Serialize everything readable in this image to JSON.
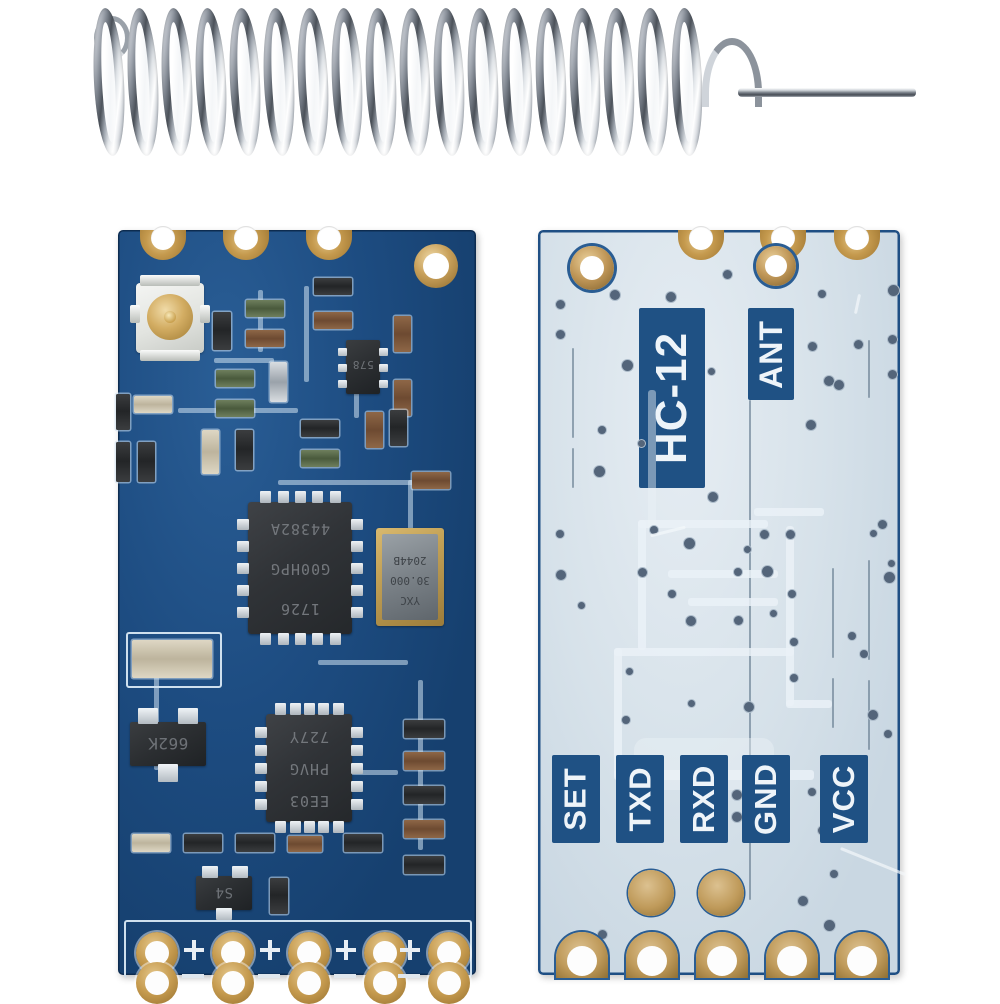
{
  "scene": {
    "title": "HC-12 wireless serial module product photo",
    "background_color": "#ffffff",
    "items": [
      {
        "name": "spring-antenna",
        "material": "nickel-plated steel spring with straight tail"
      },
      {
        "name": "pcb-front",
        "description": "HC-12 module component side, dark blue solder mask"
      },
      {
        "name": "pcb-back",
        "description": "HC-12 module solder side, light blue-white mask with silkscreen labels"
      }
    ]
  },
  "antenna": {
    "label": "spring-antenna",
    "coil_count": 18,
    "has_end_hook": true,
    "has_straight_tail": true,
    "colors": {
      "highlight": "#ffffff",
      "midtone": "#9ba2ab",
      "shadow": "#454b53"
    }
  },
  "pcb_front": {
    "label": "HC-12 front side",
    "solder_mask_color": "#16406f",
    "pad_color": "#c09347",
    "top_castellations": 3,
    "mounting_holes": 1,
    "bottom_pads": 5,
    "bottom_silk_marks": [
      "+",
      "+",
      "+",
      "+"
    ],
    "connectors": [
      {
        "name": "ufl-connector",
        "type": "IPEX/U.FL RF coaxial socket"
      }
    ],
    "chips": [
      {
        "name": "rf-transceiver-ic",
        "package": "QFN-20",
        "marking_lines": [
          "1726",
          "G00HPG",
          "44382A"
        ],
        "orientation": "rotated-180"
      },
      {
        "name": "mcu-ic",
        "package": "QFN-20",
        "marking_lines": [
          "EE03",
          "PHVG",
          "727Y"
        ],
        "orientation": "rotated-180"
      },
      {
        "name": "ldo-regulator",
        "package": "SOT-23",
        "marking_lines": [
          "662K"
        ],
        "orientation": "rotated-180"
      },
      {
        "name": "small-soic-ic",
        "package": "SOIC-8",
        "marking_lines": [
          "578"
        ],
        "orientation": "rotated-180"
      },
      {
        "name": "transistor-s4",
        "package": "SOT-23",
        "marking_lines": [
          "S4"
        ],
        "orientation": "rotated-180"
      }
    ],
    "crystal": {
      "name": "crystal-oscillator",
      "marking_lines": [
        "YXC",
        "30.000",
        "2044B"
      ],
      "orientation": "rotated-180",
      "case_color": "#c3a257"
    }
  },
  "pcb_back": {
    "label": "HC-12 back side",
    "solder_mask_color": "#d4e0e9",
    "silk_box_color": "#1f5184",
    "silk_text_color": "#eef4f9",
    "board_outline_color": "#1f4f84",
    "mounting_holes": 1,
    "top_castellations": 3,
    "bottom_pads": 5,
    "test_pads": 2,
    "labels": [
      {
        "name": "silk-label-hc12",
        "text": "HC-12",
        "rotation": "-90deg"
      },
      {
        "name": "silk-label-ant",
        "text": "ANT",
        "rotation": "-90deg"
      }
    ],
    "pin_labels": [
      {
        "name": "pin-label-set",
        "text": "SET",
        "rotation": "-90deg"
      },
      {
        "name": "pin-label-txd",
        "text": "TXD",
        "rotation": "-90deg"
      },
      {
        "name": "pin-label-rxd",
        "text": "RXD",
        "rotation": "-90deg"
      },
      {
        "name": "pin-label-gnd",
        "text": "GND",
        "rotation": "-90deg"
      },
      {
        "name": "pin-label-vcc",
        "text": "VCC",
        "rotation": "-90deg"
      }
    ]
  }
}
